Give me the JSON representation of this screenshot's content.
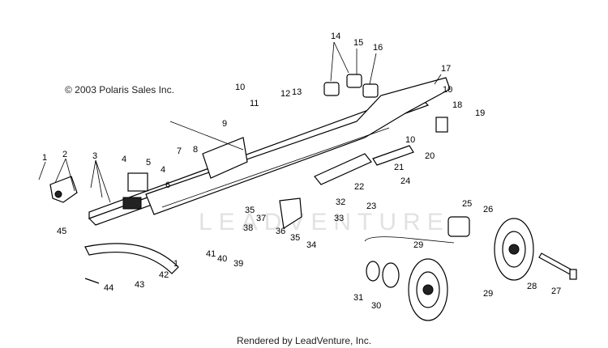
{
  "header": {
    "copyright": "© 2003 Polaris Sales Inc."
  },
  "footer": {
    "rendered_by": "Rendered by LeadVenture, Inc."
  },
  "watermark": {
    "text": "LEADVENTURE"
  },
  "callouts": [
    "1",
    "2",
    "3",
    "4",
    "5",
    "4",
    "6",
    "7",
    "8",
    "9",
    "10",
    "11",
    "12",
    "13",
    "14",
    "15",
    "16",
    "17",
    "10",
    "18",
    "19",
    "20",
    "10",
    "21",
    "22",
    "23",
    "24",
    "25",
    "26",
    "27",
    "28",
    "29",
    "29",
    "30",
    "31",
    "32",
    "33",
    "34",
    "35",
    "35",
    "36",
    "37",
    "38",
    "39",
    "40",
    "41",
    "42",
    "1",
    "43",
    "44",
    "45"
  ]
}
